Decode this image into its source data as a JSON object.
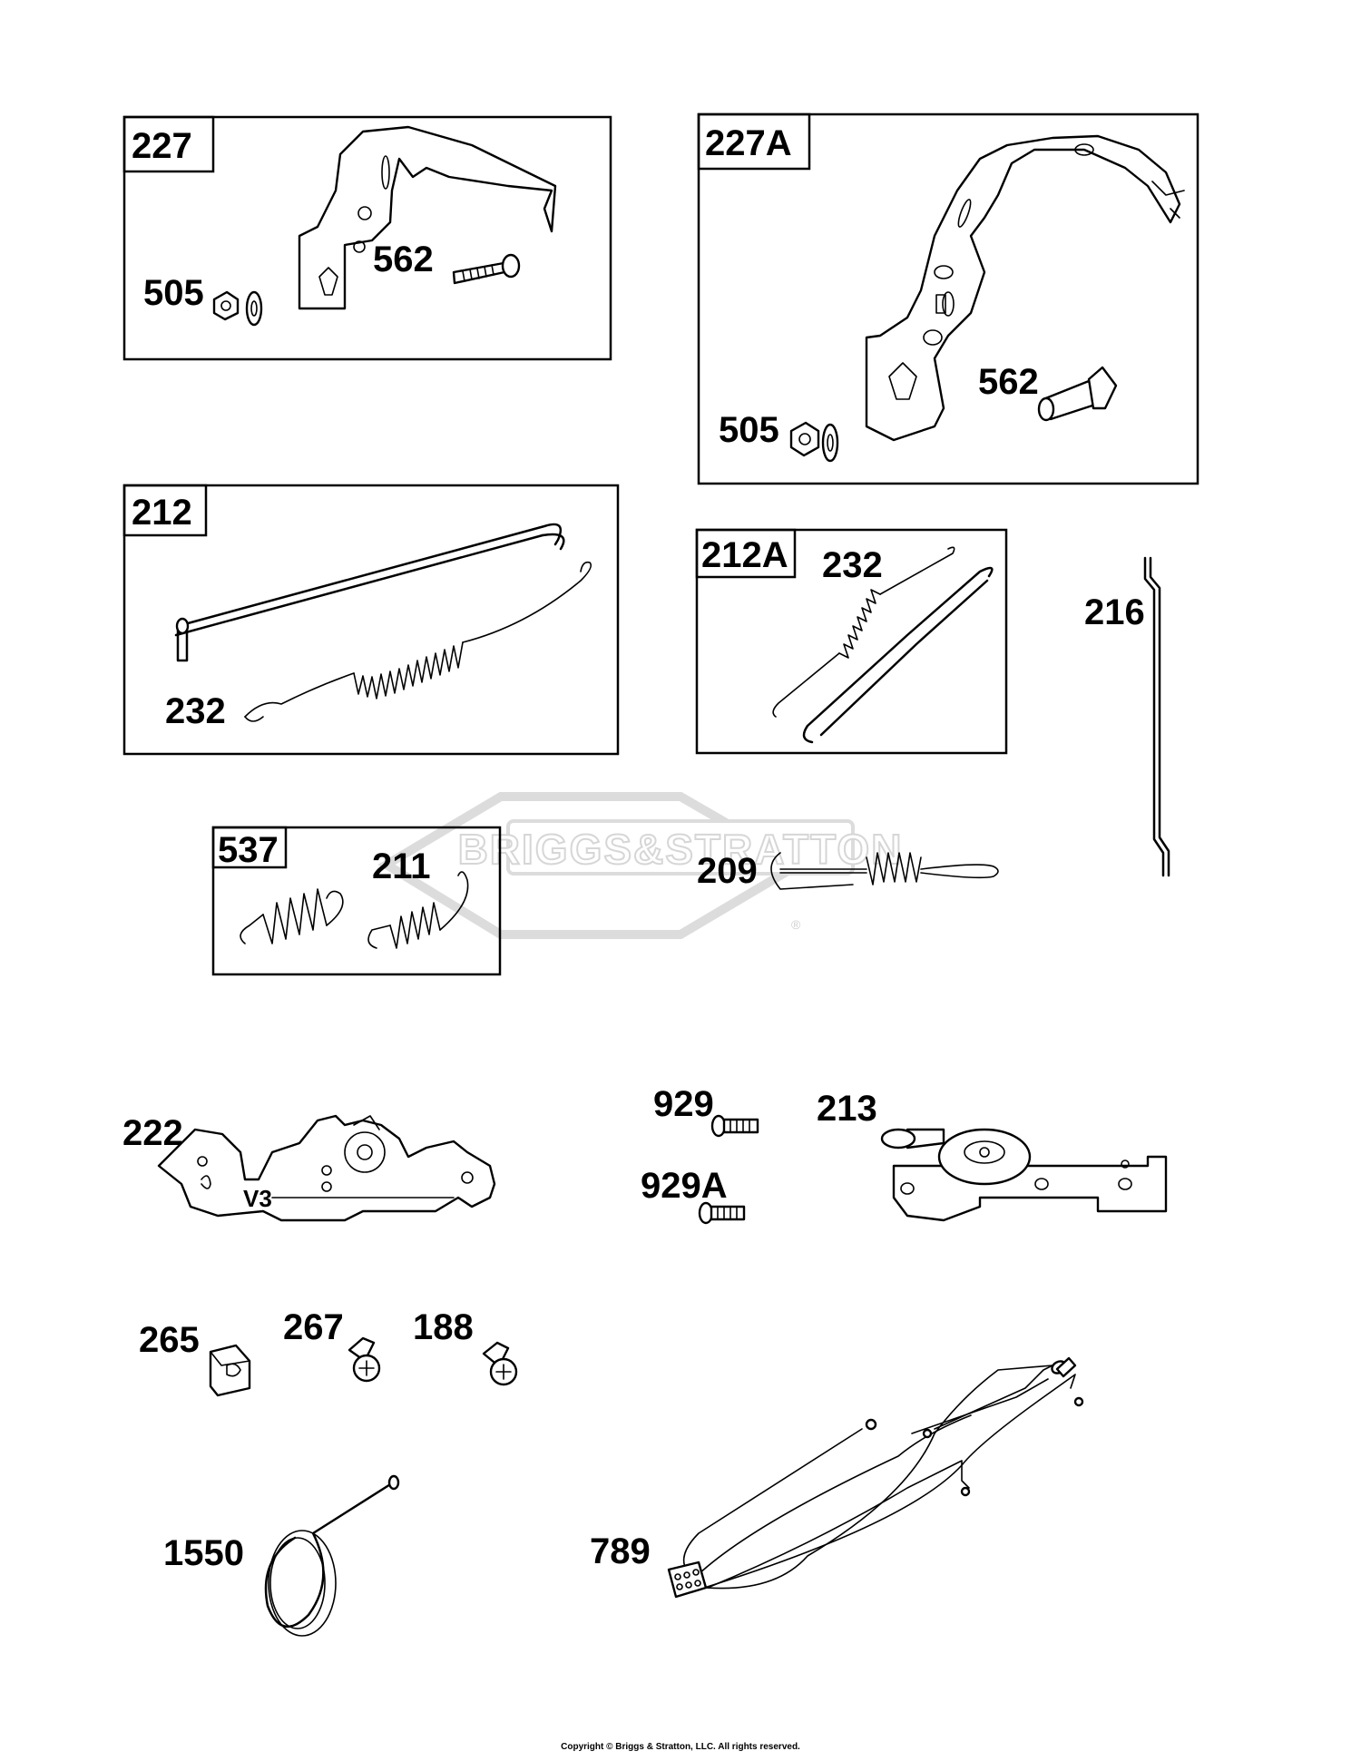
{
  "watermark": {
    "text": "BRIGGS&STRATTON",
    "mark": "®"
  },
  "labels": {
    "p227": "227",
    "p505a": "505",
    "p562a": "562",
    "p227A": "227A",
    "p505b": "505",
    "p562b": "562",
    "p212": "212",
    "p232a": "232",
    "p212A": "212A",
    "p232b": "232",
    "p216": "216",
    "p537": "537",
    "p211": "211",
    "p209": "209",
    "p222": "222",
    "v3": "V3",
    "p929": "929",
    "p929A": "929A",
    "p213": "213",
    "p265": "265",
    "p267": "267",
    "p188": "188",
    "p1550": "1550",
    "p789": "789"
  },
  "footer": {
    "copyright": "Copyright © Briggs & Stratton, LLC. All rights reserved."
  },
  "icons": [
    "governor-bracket-icon",
    "nut-icon",
    "washer-icon",
    "screw-icon",
    "spring-icon",
    "link-rod-icon",
    "wire-harness-icon"
  ]
}
